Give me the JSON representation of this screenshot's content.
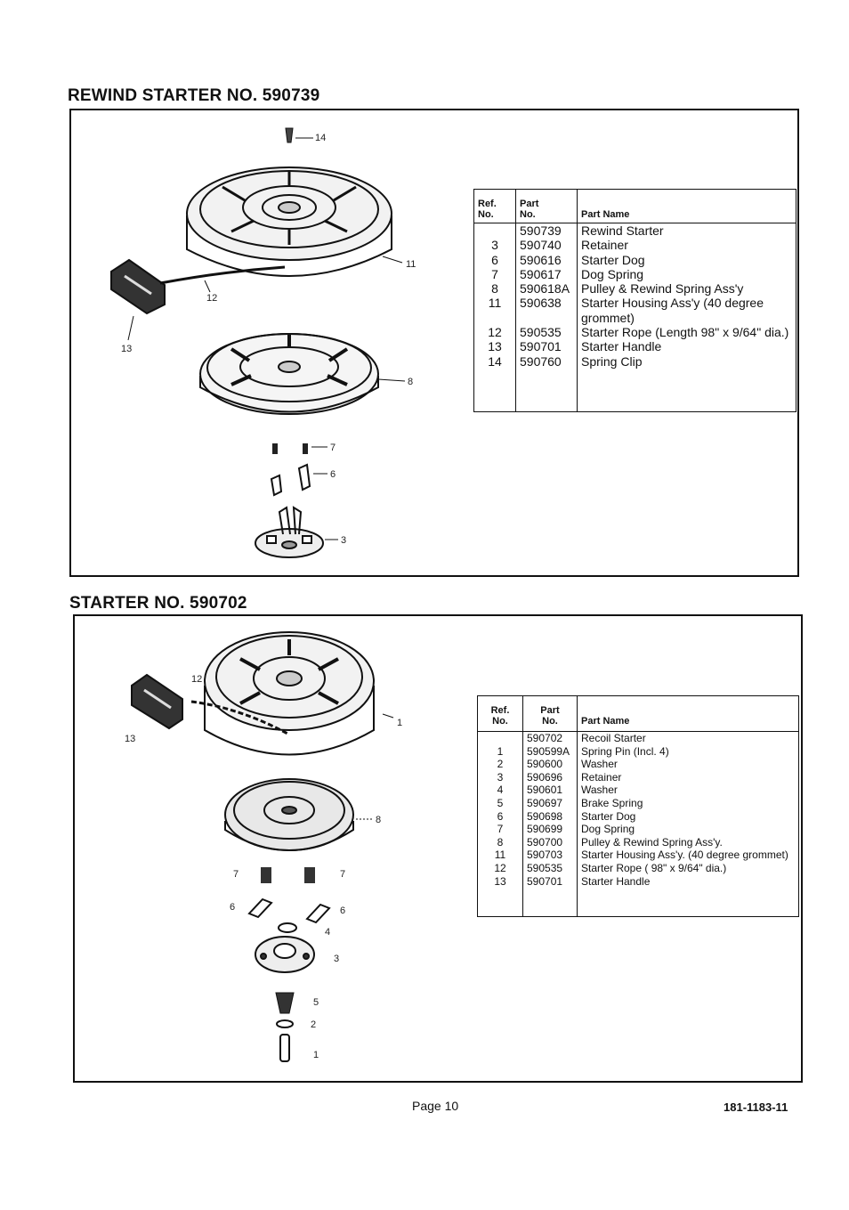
{
  "section1": {
    "title": "REWIND STARTER NO. 590739",
    "callouts": [
      "14",
      "11",
      "12",
      "13",
      "8",
      "7",
      "6",
      "3"
    ],
    "table": {
      "headers": {
        "ref": "Ref.\nNo.",
        "part": "Part\nNo.",
        "name": "Part Name"
      },
      "rows": [
        {
          "ref": "",
          "part": "590739",
          "name": "Rewind Starter"
        },
        {
          "ref": "3",
          "part": "590740",
          "name": "Retainer"
        },
        {
          "ref": "6",
          "part": "590616",
          "name": "Starter Dog"
        },
        {
          "ref": "7",
          "part": "590617",
          "name": "Dog Spring"
        },
        {
          "ref": "8",
          "part": "590618A",
          "name": "Pulley & Rewind Spring Ass'y"
        },
        {
          "ref": "11",
          "part": "590638",
          "name": "Starter Housing Ass'y (40 degree grommet)"
        },
        {
          "ref": "12",
          "part": "590535",
          "name": "Starter Rope (Length 98\" x 9/64\" dia.)"
        },
        {
          "ref": "13",
          "part": "590701",
          "name": "Starter Handle"
        },
        {
          "ref": "14",
          "part": "590760",
          "name": "Spring Clip"
        }
      ]
    }
  },
  "section2": {
    "title": "STARTER NO. 590702",
    "callouts": [
      "12",
      "13",
      "1",
      "8",
      "7",
      "7",
      "6",
      "6",
      "4",
      "3",
      "5",
      "2",
      "1"
    ],
    "table": {
      "headers": {
        "ref": "Ref.\nNo.",
        "part": "Part\nNo.",
        "name": "Part Name"
      },
      "rows": [
        {
          "ref": "",
          "part": "590702",
          "name": "Recoil Starter"
        },
        {
          "ref": "1",
          "part": "590599A",
          "name": "Spring Pin (Incl. 4)"
        },
        {
          "ref": "2",
          "part": "590600",
          "name": "Washer"
        },
        {
          "ref": "3",
          "part": "590696",
          "name": "Retainer"
        },
        {
          "ref": "4",
          "part": "590601",
          "name": "Washer"
        },
        {
          "ref": "5",
          "part": "590697",
          "name": "Brake Spring"
        },
        {
          "ref": "6",
          "part": "590698",
          "name": "Starter Dog"
        },
        {
          "ref": "7",
          "part": "590699",
          "name": "Dog Spring"
        },
        {
          "ref": "8",
          "part": "590700",
          "name": "Pulley & Rewind Spring Ass'y."
        },
        {
          "ref": "11",
          "part": "590703",
          "name": "Starter Housing Ass'y. (40 degree grommet)"
        },
        {
          "ref": "12",
          "part": "590535",
          "name": "Starter Rope ( 98\" x 9/64\" dia.)"
        },
        {
          "ref": "13",
          "part": "590701",
          "name": "Starter Handle"
        }
      ]
    }
  },
  "footer": {
    "page": "Page 10",
    "doc_number": "181-1183-11"
  }
}
